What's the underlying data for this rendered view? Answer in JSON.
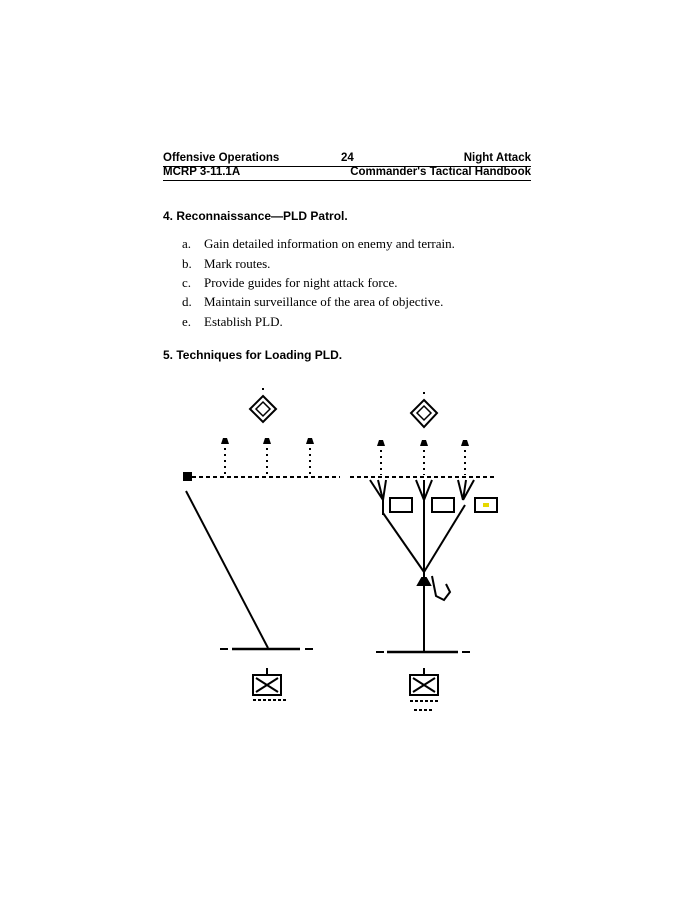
{
  "header": {
    "section": "Offensive Operations",
    "page_number": "24",
    "chapter": "Night Attack",
    "publication": "MCRP 3-11.1A",
    "title": "Commander's Tactical Handbook"
  },
  "section4": {
    "heading": "4. Reconnaissance—PLD Patrol.",
    "items": [
      {
        "marker": "a.",
        "text": "Gain detailed information on enemy and terrain."
      },
      {
        "marker": "b.",
        "text": "Mark routes."
      },
      {
        "marker": "c.",
        "text": "Provide guides for night attack force."
      },
      {
        "marker": "d.",
        "text": "Maintain surveillance of the area of objective."
      },
      {
        "marker": "e.",
        "text": "Establish PLD."
      }
    ]
  },
  "section5": {
    "heading": "5. Techniques for Loading PLD."
  }
}
